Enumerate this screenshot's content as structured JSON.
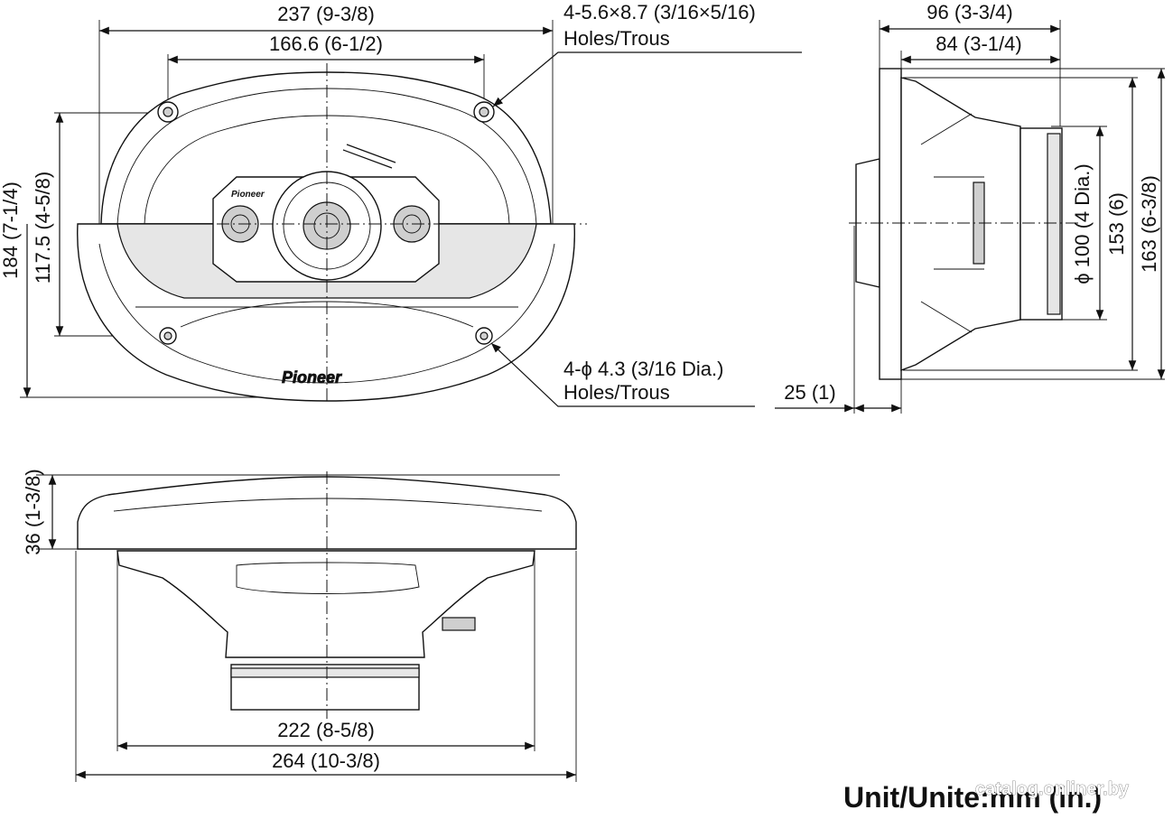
{
  "front_view": {
    "dim_overall_width": "237 (9-3/8)",
    "dim_hole_spacing": "166.6 (6-1/2)",
    "dim_overall_height": "184 (7-1/4)",
    "dim_hole_vertical": "117.5 (4-5/8)",
    "upper_holes_line1": "4-5.6×8.7 (3/16×5/16)",
    "upper_holes_line2": "Holes/Trous",
    "lower_holes_line1": "4-ϕ 4.3 (3/16 Dia.)",
    "lower_holes_line2": "Holes/Trous",
    "brand_small": "Pioneer",
    "brand_large": "Pioneer"
  },
  "side_view": {
    "dim_total_depth": "96 (3-3/4)",
    "dim_mount_depth": "84 (3-1/4)",
    "dim_front_depth": "25 (1)",
    "dim_magnet_dia": "ϕ 100 (4 Dia.)",
    "dim_basket_height": "153 (6)",
    "dim_overall_height": "163 (6-3/8)"
  },
  "bottom_view": {
    "dim_top_height": "36 (1-3/8)",
    "dim_basket_width": "222 (8-5/8)",
    "dim_overall_width": "264 (10-3/8)"
  },
  "unit_label": "Unit/Unite:mm (in.)",
  "watermark": "catalog.onliner.by",
  "colors": {
    "ink": "#111111",
    "shade": "#cfcfcf",
    "paper": "#ffffff"
  }
}
